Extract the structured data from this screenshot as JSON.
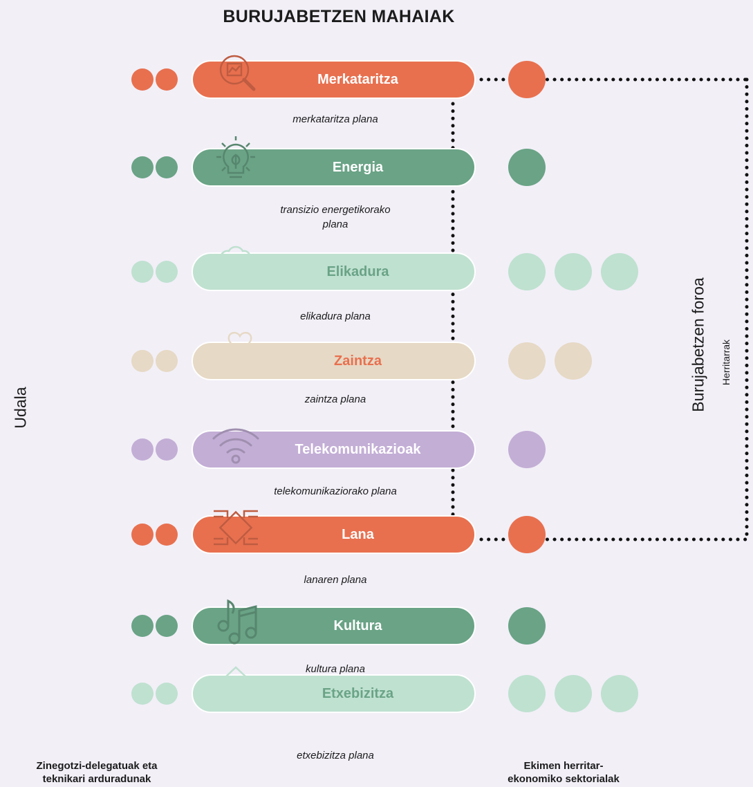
{
  "title": "BURUJABETZEN MAHAIAK",
  "left_label": "Udala",
  "right_label": "Burujabetzen foroa",
  "right_sublabel": "Herritarrak",
  "footer_left": "Zinegotzi-delegatuak eta teknikari arduradunak",
  "footer_right": "Ekimen herritar-ekonomiko sektorialak",
  "colors": {
    "orange": "#e8704f",
    "green": "#6aa386",
    "mint": "#bfe1d0",
    "beige": "#e6d9c5",
    "purple": "#c3aed6",
    "background": "#f2eff7"
  },
  "tables": [
    {
      "label": "Merkataritza",
      "plan": "merkataritza plana",
      "color": "#e8704f",
      "label_color": "#ffffff",
      "icon": "market-analysis-icon",
      "left_dots": 2,
      "right_circles": 1
    },
    {
      "label": "Energia",
      "plan": "transizio energetikorako plana",
      "color": "#6aa386",
      "label_color": "#ffffff",
      "icon": "lightbulb-leaf-icon",
      "left_dots": 2,
      "right_circles": 1
    },
    {
      "label": "Elikadura",
      "plan": "elikadura plana",
      "color": "#bfe1d0",
      "label_color": "#6aa386",
      "icon": "lettuce-icon",
      "left_dots": 2,
      "right_circles": 3
    },
    {
      "label": "Zaintza",
      "plan": "zaintza plana",
      "color": "#e6d9c5",
      "label_color": "#e8704f",
      "icon": "heart-hand-icon",
      "left_dots": 2,
      "right_circles": 2
    },
    {
      "label": "Telekomunikazioak",
      "plan": "telekomunikaziorako plana",
      "color": "#c3aed6",
      "label_color": "#ffffff",
      "icon": "wifi-icon",
      "left_dots": 2,
      "right_circles": 1
    },
    {
      "label": "Lana",
      "plan": "lanaren plana",
      "color": "#e8704f",
      "label_color": "#ffffff",
      "icon": "joined-hands-icon",
      "left_dots": 2,
      "right_circles": 1
    },
    {
      "label": "Kultura",
      "plan": "kultura plana",
      "color": "#6aa386",
      "label_color": "#ffffff",
      "icon": "music-notes-icon",
      "left_dots": 2,
      "right_circles": 1
    },
    {
      "label": "Etxebizitza",
      "plan": "etxebizitza plana",
      "color": "#bfe1d0",
      "label_color": "#6aa386",
      "icon": "house-icon",
      "left_dots": 2,
      "right_circles": 3
    }
  ]
}
